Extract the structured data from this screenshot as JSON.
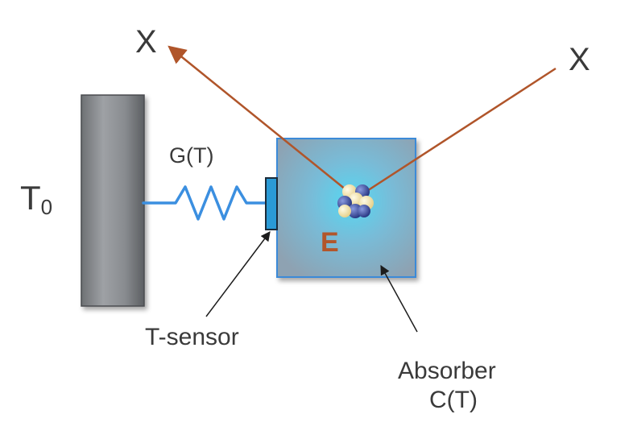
{
  "labels": {
    "x_left": "X",
    "x_right": "X",
    "conductance": "G(T)",
    "bath_temp_main": "T",
    "bath_temp_sub": "0",
    "sensor": "T-sensor",
    "absorber_line1": "Absorber",
    "absorber_line2": "C(T)",
    "energy": "E"
  },
  "colors": {
    "xray_path": "#b0552a",
    "energy_label": "#b2562b",
    "link_wire": "#3b8fe0",
    "absorber_border": "#3a8ad8",
    "absorber_center": "#56d8f2",
    "absorber_edge": "#8ea2b2",
    "bath_block": "#7c7f83",
    "sensor": "#2a9ad6",
    "nucleus_light": "#f2dfa2",
    "nucleus_dark": "#3b4fa8"
  },
  "icons": {
    "nucleus": "atomic-nucleus-icon"
  }
}
